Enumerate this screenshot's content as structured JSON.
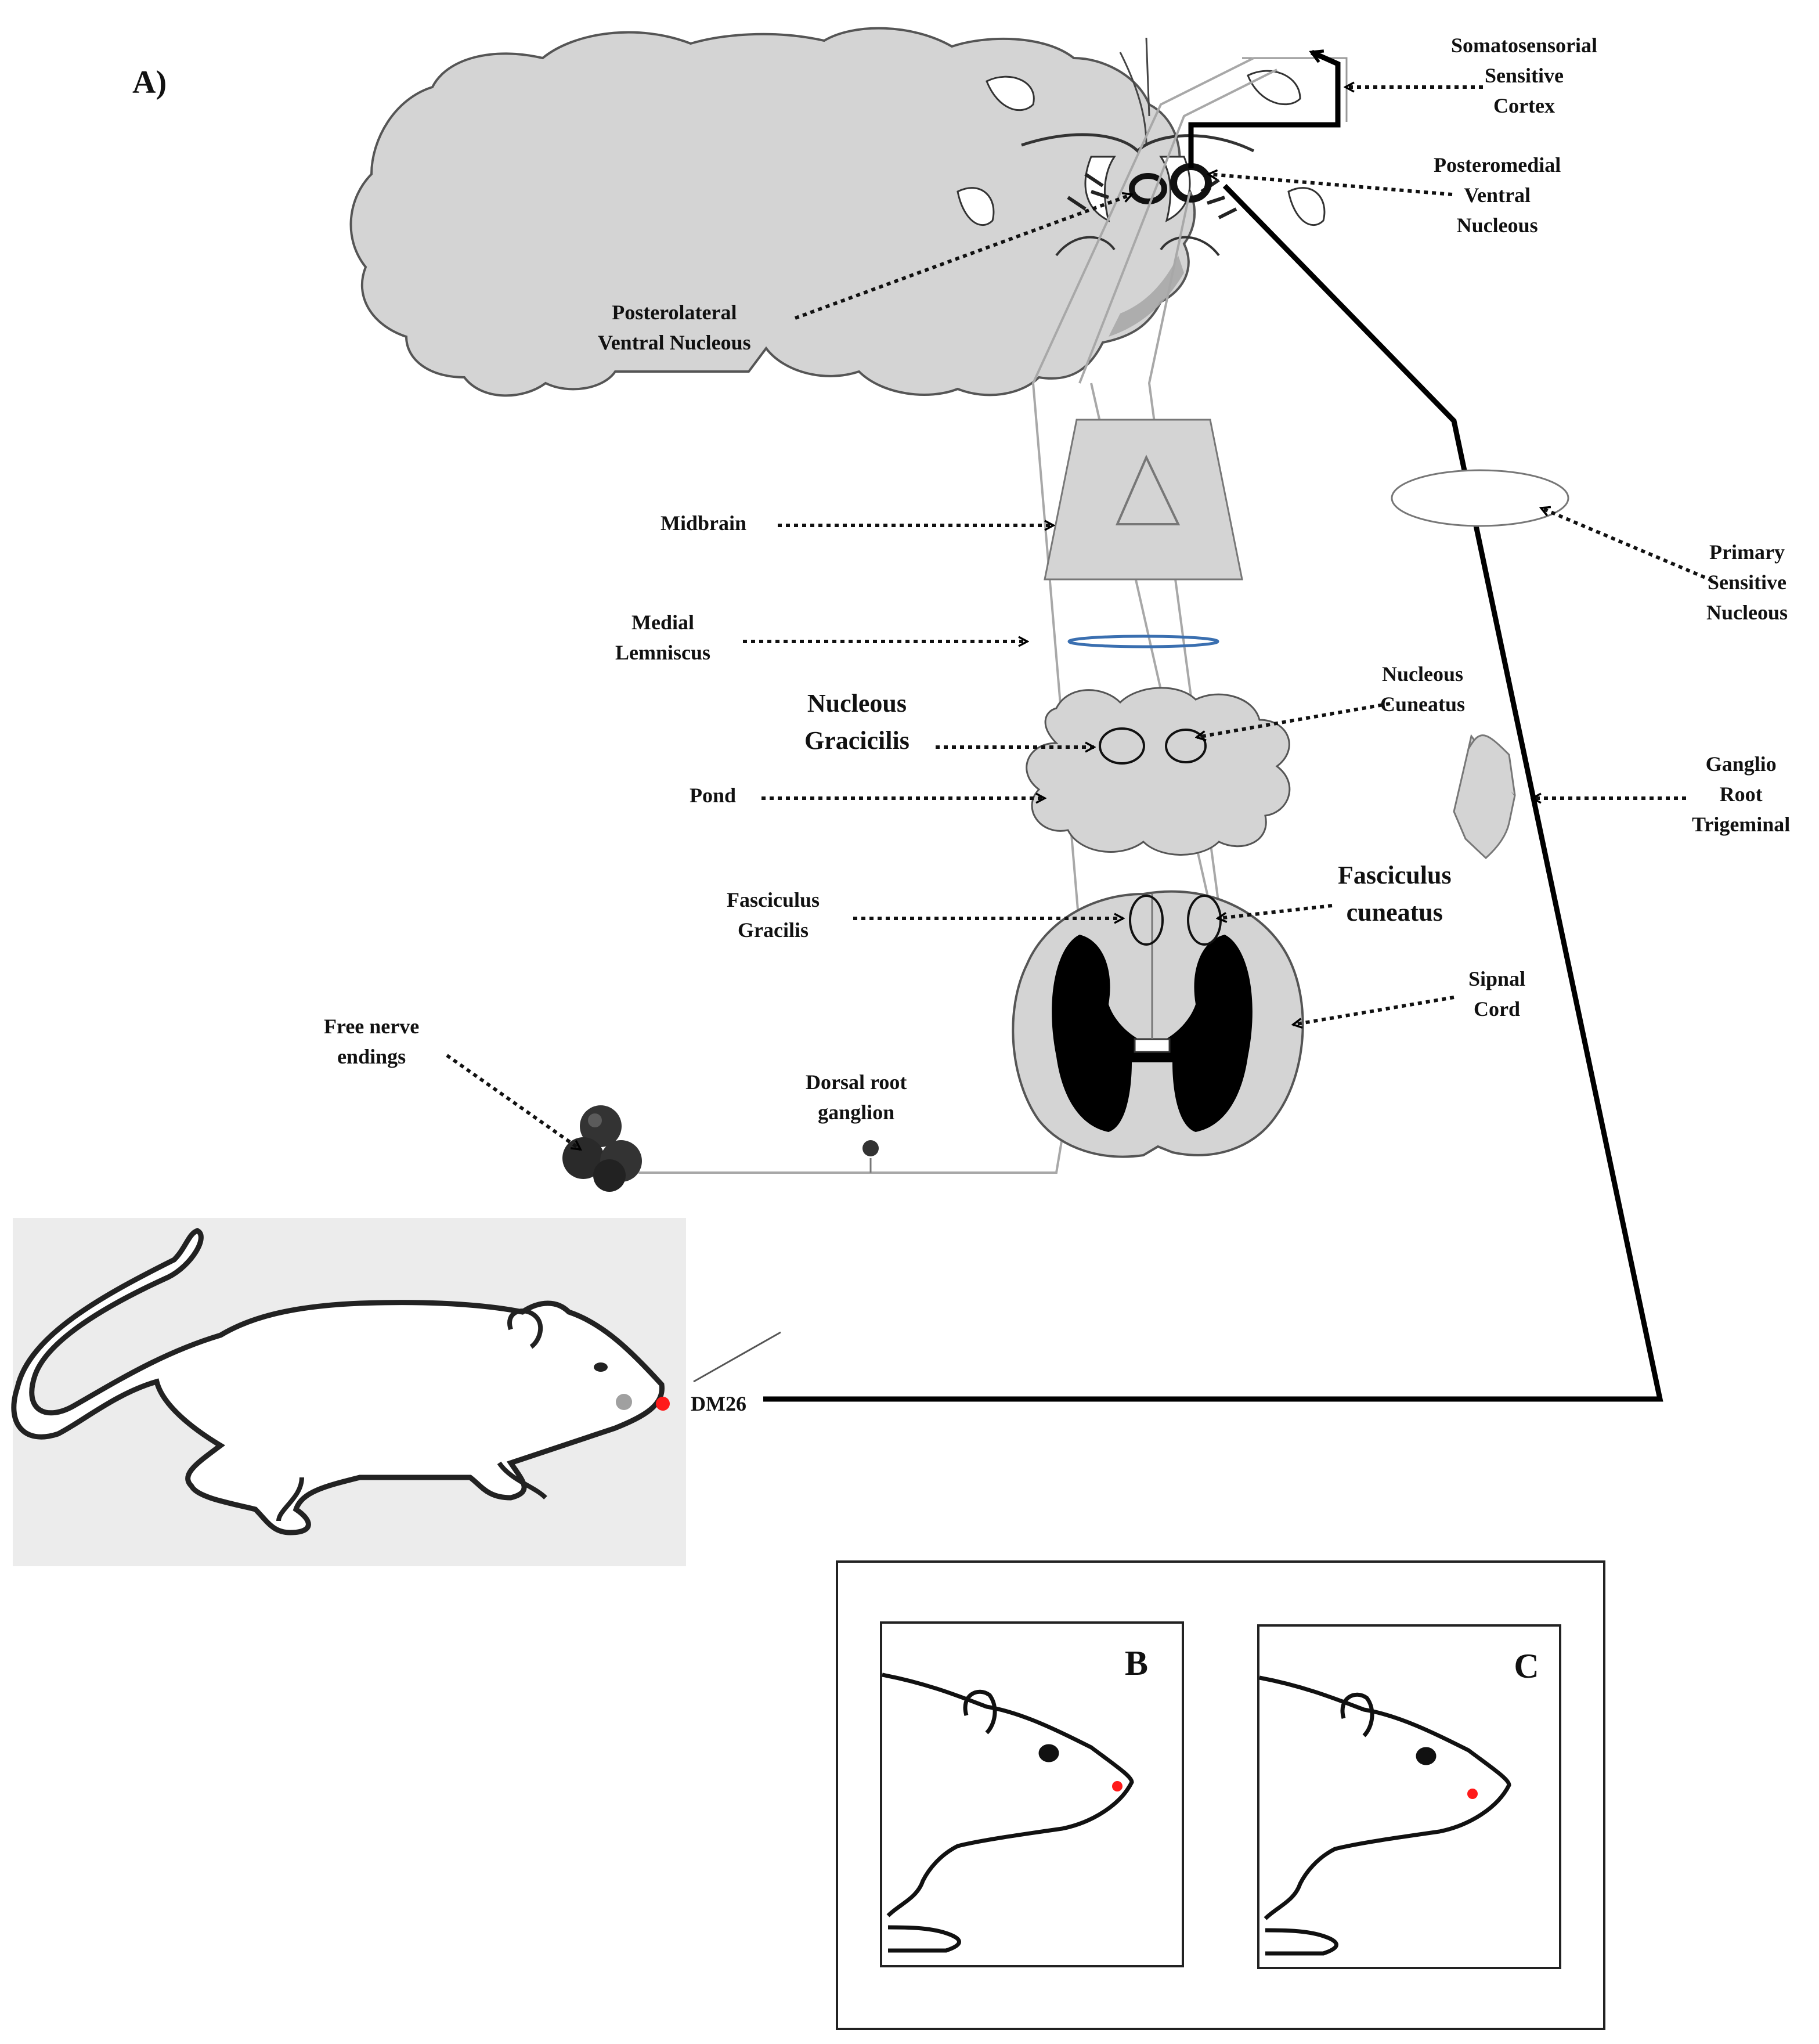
{
  "panel_label": "A)",
  "labels": {
    "somatosensorial_cortex": [
      "Somatosensorial",
      "Sensitive",
      "Cortex"
    ],
    "posteromedial_ventral": [
      "Posteromedial",
      "Ventral",
      "Nucleous"
    ],
    "posterolateral_ventral": [
      "Posterolateral",
      "Ventral Nucleous"
    ],
    "midbrain": [
      "Midbrain"
    ],
    "primary_sensitive": [
      "Primary",
      "Sensitive",
      "Nucleous"
    ],
    "medial_lemniscus": [
      "Medial",
      "Lemniscus"
    ],
    "nucleous_cuneatus": [
      "Nucleous",
      "Cuneatus"
    ],
    "nucleous_gracilis": [
      "Nucleous",
      "Gracicilis"
    ],
    "pond": [
      "Pond"
    ],
    "ganglio_root": [
      "Ganglio",
      "Root",
      "Trigeminal"
    ],
    "fasciculus_gracilis": [
      "Fasciculus",
      "Gracilis"
    ],
    "fasciculus_cuneatus": [
      "Fasciculus",
      "cuneatus"
    ],
    "spinal_cord": [
      "Sipnal",
      "Cord"
    ],
    "free_nerve": [
      "Free nerve",
      "endings"
    ],
    "dorsal_root": [
      "Dorsal root",
      "ganglion"
    ],
    "dm26": [
      "DM26"
    ]
  },
  "inset_labels": {
    "b": "B",
    "c": "C"
  },
  "colors": {
    "structure_fill": "#d4d4d4",
    "outline": "#5a5a5a",
    "pathway": "#000000",
    "gray_pathway": "#a8a8a8",
    "lemniscus": "#3a6fb0",
    "acupoint": "#ff1a1a"
  }
}
